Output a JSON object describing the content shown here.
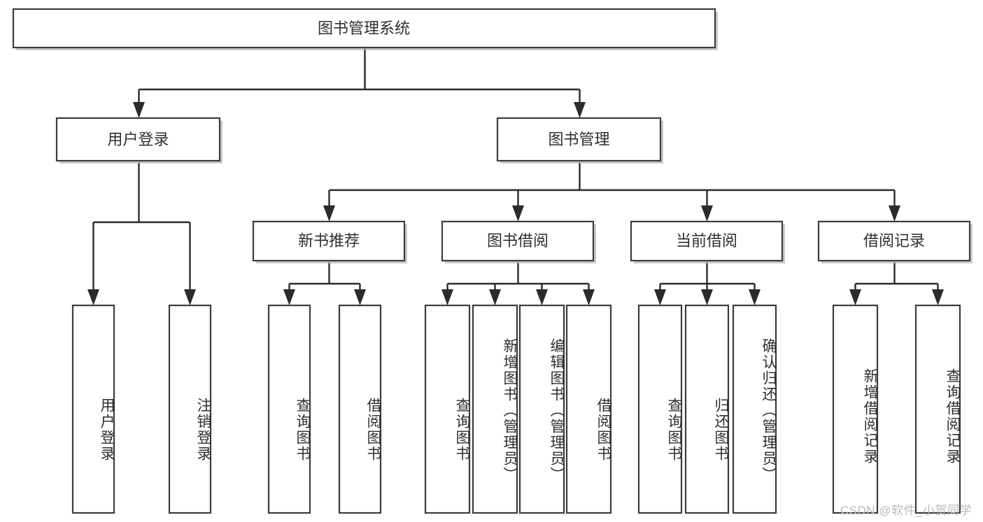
{
  "diagram": {
    "type": "tree",
    "title": "图书管理系统",
    "watermark": "CSDN @软件_小贺同学",
    "colors": {
      "box_stroke": "#3c3c3c",
      "connector": "#2b2b2b",
      "text": "#2f2f2f",
      "background": "#ffffff",
      "watermark": "#b9b9b9"
    },
    "root": {
      "label": "图书管理系统"
    },
    "level2": [
      {
        "label": "用户登录"
      },
      {
        "label": "图书管理"
      }
    ],
    "level3": [
      {
        "label": "新书推荐"
      },
      {
        "label": "图书借阅"
      },
      {
        "label": "当前借阅"
      },
      {
        "label": "借阅记录"
      }
    ],
    "leaves": {
      "user_login": [
        {
          "label": "用户登录"
        },
        {
          "label": "注销登录"
        }
      ],
      "new_book_recommend": [
        {
          "label": "查询图书"
        },
        {
          "label": "借阅图书"
        }
      ],
      "book_borrow": [
        {
          "label": "查询图书"
        },
        {
          "label": "新增图书（管理员）"
        },
        {
          "label": "编辑图书（管理员）"
        },
        {
          "label": "借阅图书"
        }
      ],
      "current_borrow": [
        {
          "label": "查询图书"
        },
        {
          "label": "归还图书"
        },
        {
          "label": "确认归还（管理员）"
        }
      ],
      "borrow_record": [
        {
          "label": "新增借阅记录"
        },
        {
          "label": "查询借阅记录"
        }
      ]
    }
  }
}
